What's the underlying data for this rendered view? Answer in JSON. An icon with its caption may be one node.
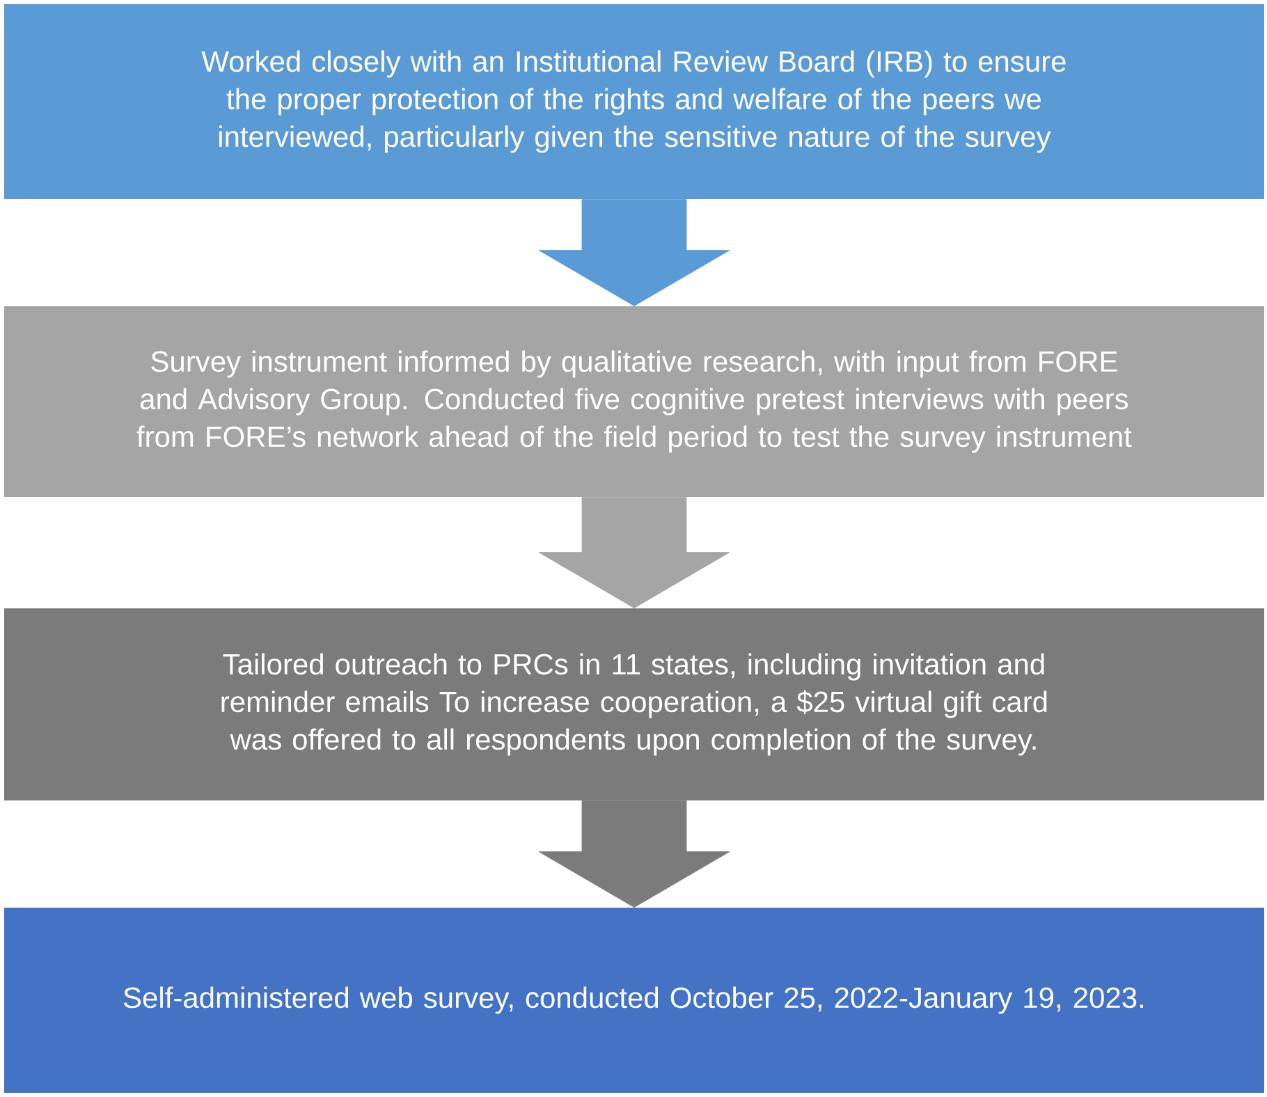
{
  "diagram": {
    "nodes": [
      {
        "text": [
          "Worked closely with an Institutional Review Board (IRB) to ensure the proper protection of the rights and welfare of the peers we interviewed, particularly given the sensitive nature of the survey"
        ]
      },
      {
        "text": [
          "Survey instrument informed by qualitative research, with input from FORE and Advisory Group. Conducted five cognitive pretest interviews with peers from FORE’s network ahead of the field period to test the survey instrument"
        ]
      },
      {
        "text": [
          "Tailored outreach to PRCs in 11 states, including invitation and reminder emails To increase cooperation, a $25 virtual gift card was offered to all respondents upon completion of the survey."
        ]
      },
      {
        "text": [
          "Self-administered web survey, conducted October 25, 2022-January 19, 2023."
        ]
      }
    ],
    "edges": [
      {
        "from": 0,
        "to": 1,
        "arrow": "to",
        "color": "#5b9bd5"
      },
      {
        "from": 1,
        "to": 2,
        "arrow": "to",
        "color": "#a5a5a5"
      },
      {
        "from": 2,
        "to": 3,
        "arrow": "to",
        "color": "#7b7b7b"
      }
    ]
  }
}
